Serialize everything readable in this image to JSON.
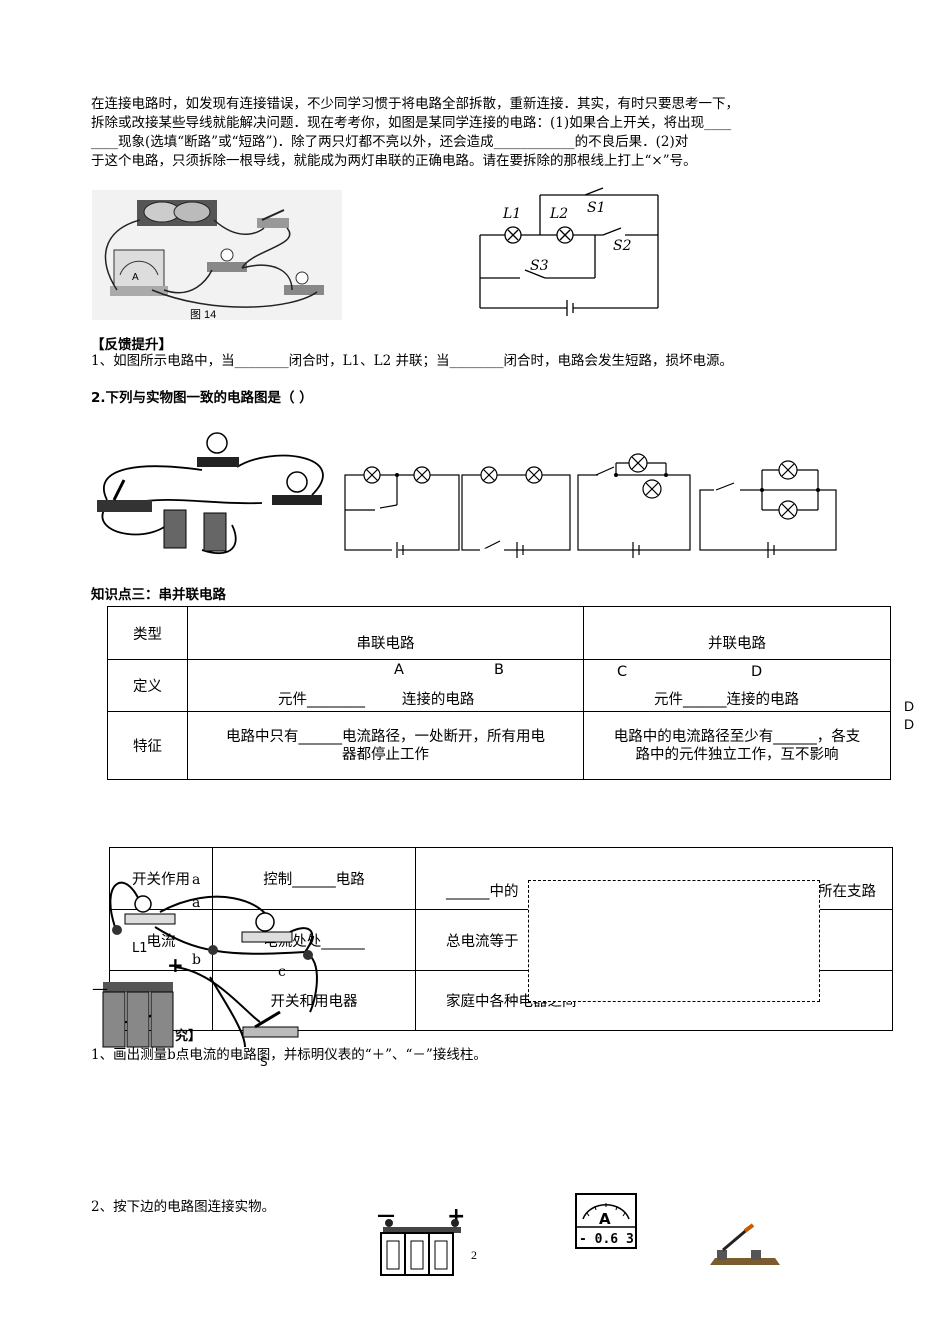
{
  "intro": {
    "line1": "在连接电路时，如发现有连接错误，不少同学习惯于将电路全部拆散，重新连接．其实，有时只要思考一下，",
    "line2": "拆除或改接某些导线就能解决问题．现在考考你，如图是某同学连接的电路：(1)如果合上开关，将出现____",
    "line3": "____现象(选填“断路”或“短路”)．除了两只灯都不亮以外，还会造成____________的不良后果．(2)对",
    "line4": "于这个电路，只须拆除一根导线，就能成为两灯串联的正确电路。请在要拆除的那根线上打上“×”号。"
  },
  "fig14": {
    "caption": "图 14",
    "ammeter": "A"
  },
  "circuit_labels": {
    "l1": "L1",
    "l2": "L2",
    "s1": "S1",
    "s2": "S2",
    "s3": "S3"
  },
  "feedback": {
    "heading": "【反馈提升】",
    "q1": "1、如图所示电路中，当________闭合时，L1、L2 并联；当________闭合时，电路会发生短路，损坏电源。",
    "q2": "2.下列与实物图一致的电路图是（          ）"
  },
  "knowledge3": {
    "heading": "知识点三：串并联电路",
    "table": {
      "h_type": "类型",
      "h_series": "串联电路",
      "h_parallel": "并联电路",
      "def_label": "定义",
      "opt_a": "A",
      "opt_b": "B",
      "opt_c": "C",
      "opt_d": "D",
      "def_series": "元件________        连接的电路",
      "def_parallel": "元件______连接的电路",
      "feat_label": "特征",
      "feat_series_1": "电路中只有______电流路径，一处断开，所有用电",
      "feat_series_2": "器都停止工作",
      "feat_parallel_1": "电路中的电流路径至少有______，各支",
      "feat_parallel_2": "路中的元件独立工作，互不影响"
    },
    "side_d1": "D",
    "side_d2": "D"
  },
  "table2": {
    "r1c1": "开关作用",
    "r1c2": "控制______电路",
    "r1c3a": "______中的",
    "r1c3b": "所在支路",
    "r2c1": "电流",
    "r2c2": "电流处处______",
    "r2c3": "总电流等于",
    "r3c2": "开关和用电器",
    "r3c3": "家庭中各种电器之间",
    "frag": "究】"
  },
  "overlay": {
    "a1": "a",
    "a2": "a",
    "l1": "L1",
    "b": "b",
    "c": "c",
    "plus": "+",
    "minus": "—",
    "s": "S"
  },
  "explore": {
    "q1": "1、画出测量b点电流的电路图，并标明仪表的“＋”、“－”接线柱。",
    "q2": "2、按下边的电路图连接实物。"
  },
  "bottom": {
    "minus": "—",
    "plus": "+",
    "page": "2",
    "meter_letter": "A",
    "meter_scale": "- 0.6 3"
  }
}
